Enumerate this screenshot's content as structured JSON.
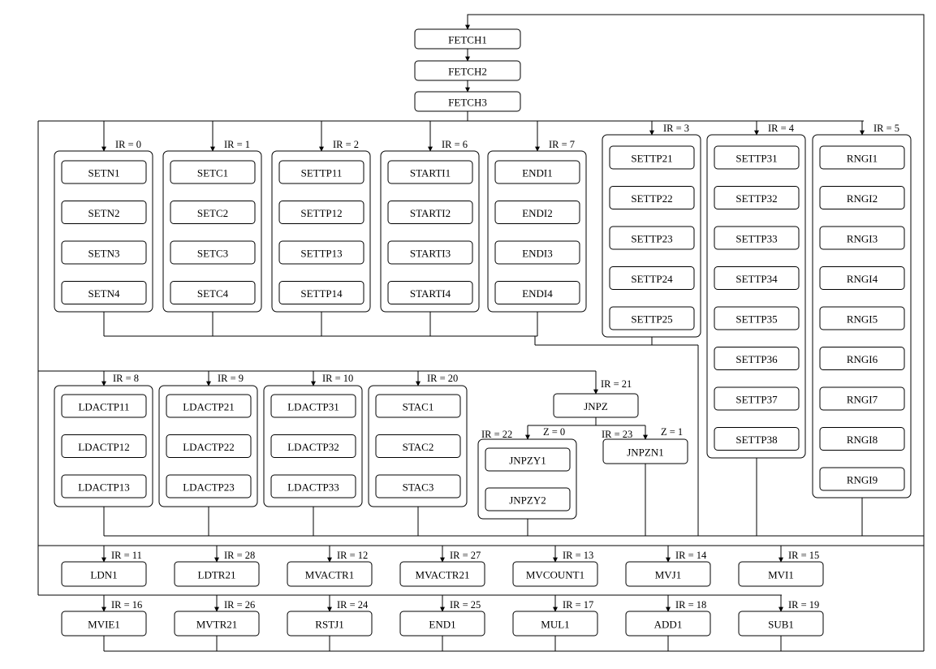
{
  "diagram": {
    "fetch": [
      "FETCH1",
      "FETCH2",
      "FETCH3"
    ],
    "row1_branches": [
      {
        "condition": "IR = 0",
        "states": [
          "SETN1",
          "SETN2",
          "SETN3",
          "SETN4"
        ]
      },
      {
        "condition": "IR = 1",
        "states": [
          "SETC1",
          "SETC2",
          "SETC3",
          "SETC4"
        ]
      },
      {
        "condition": "IR = 2",
        "states": [
          "SETTP11",
          "SETTP12",
          "SETTP13",
          "SETTP14"
        ]
      },
      {
        "condition": "IR = 6",
        "states": [
          "STARTI1",
          "STARTI2",
          "STARTI3",
          "STARTI4"
        ]
      },
      {
        "condition": "IR = 7",
        "states": [
          "ENDI1",
          "ENDI2",
          "ENDI3",
          "ENDI4"
        ]
      },
      {
        "condition": "IR = 3",
        "states": [
          "SETTP21",
          "SETTP22",
          "SETTP23",
          "SETTP24",
          "SETTP25"
        ]
      },
      {
        "condition": "IR = 4",
        "states": [
          "SETTP31",
          "SETTP32",
          "SETTP33",
          "SETTP34",
          "SETTP35",
          "SETTP36",
          "SETTP37",
          "SETTP38"
        ]
      },
      {
        "condition": "IR = 5",
        "states": [
          "RNGI1",
          "RNGI2",
          "RNGI3",
          "RNGI4",
          "RNGI5",
          "RNGI6",
          "RNGI7",
          "RNGI8",
          "RNGI9"
        ]
      }
    ],
    "row2_branches": [
      {
        "condition": "IR = 8",
        "states": [
          "LDACTP11",
          "LDACTP12",
          "LDACTP13"
        ]
      },
      {
        "condition": "IR = 9",
        "states": [
          "LDACTP21",
          "LDACTP22",
          "LDACTP23"
        ]
      },
      {
        "condition": "IR = 10",
        "states": [
          "LDACTP31",
          "LDACTP32",
          "LDACTP33"
        ]
      },
      {
        "condition": "IR = 20",
        "states": [
          "STAC1",
          "STAC2",
          "STAC3"
        ]
      }
    ],
    "jnpz": {
      "condition": "IR = 21",
      "state": "JNPZ",
      "yes_conditions": [
        "IR = 22",
        "Z = 0"
      ],
      "yes_states": [
        "JNPZY1",
        "JNPZY2"
      ],
      "no_conditions": [
        "IR = 23",
        "Z = 1"
      ],
      "no_state": "JNPZN1"
    },
    "row3_branches": [
      {
        "condition": "IR = 11",
        "state": "LDN1"
      },
      {
        "condition": "IR = 28",
        "state": "LDTR21"
      },
      {
        "condition": "IR = 12",
        "state": "MVACTR1"
      },
      {
        "condition": "IR = 27",
        "state": "MVACTR21"
      },
      {
        "condition": "IR = 13",
        "state": "MVCOUNT1"
      },
      {
        "condition": "IR = 14",
        "state": "MVJ1"
      },
      {
        "condition": "IR = 15",
        "state": "MVI1"
      }
    ],
    "row4_branches": [
      {
        "condition": "IR = 16",
        "state": "MVIE1"
      },
      {
        "condition": "IR = 26",
        "state": "MVTR21"
      },
      {
        "condition": "IR = 24",
        "state": "RSTJ1"
      },
      {
        "condition": "IR = 25",
        "state": "END1"
      },
      {
        "condition": "IR = 17",
        "state": "MUL1"
      },
      {
        "condition": "IR = 18",
        "state": "ADD1"
      },
      {
        "condition": "IR = 19",
        "state": "SUB1"
      }
    ]
  }
}
